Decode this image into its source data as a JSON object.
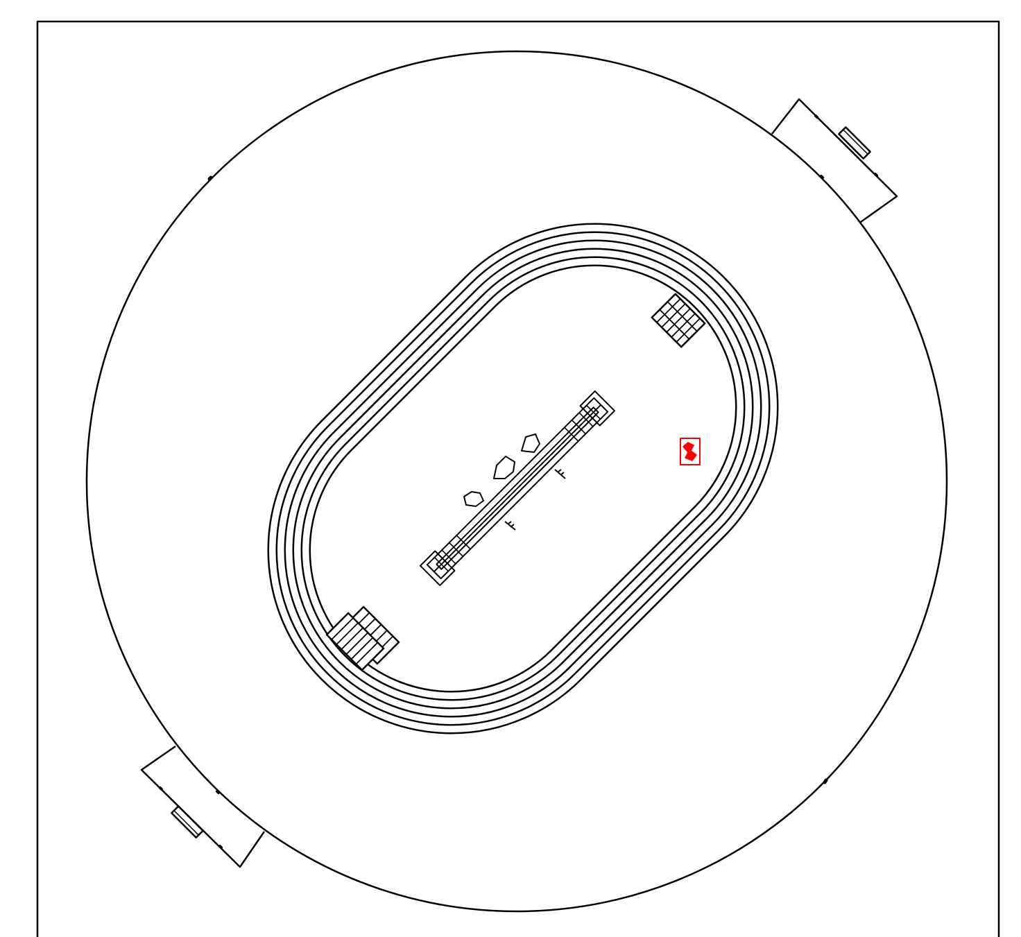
{
  "diagram": {
    "style": {
      "stroke_color": "#000000",
      "background_color": "#ffffff",
      "highlight_color": "#ff0000"
    },
    "elements": [
      "frame",
      "outer-circle",
      "entrance-gate-ne",
      "entrance-gate-sw",
      "oval-track",
      "start-bleacher-ne",
      "start-bleacher-sw",
      "center-field-structure",
      "highlight-marker"
    ],
    "track": {
      "lane_count": 6
    }
  }
}
